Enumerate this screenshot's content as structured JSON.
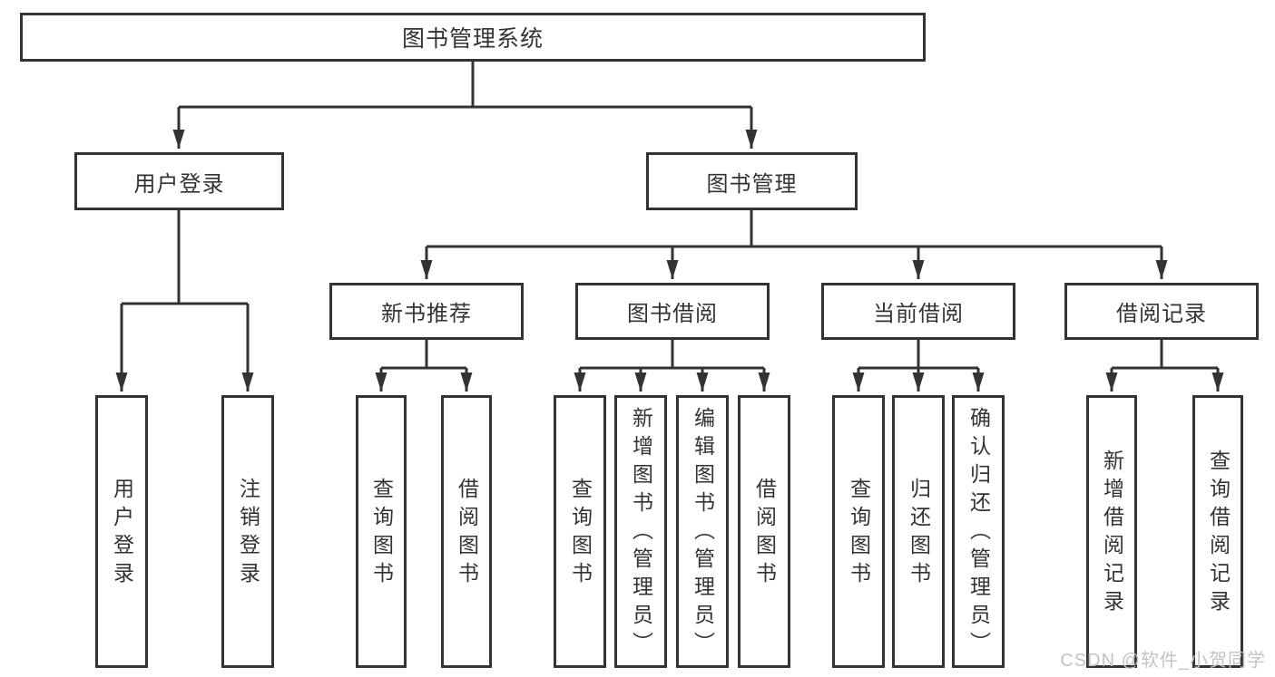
{
  "tree": {
    "root": {
      "label": "图书管理系统"
    },
    "branches": [
      {
        "label": "用户登录",
        "children": [
          {
            "label": "用户登录"
          },
          {
            "label": "注销登录"
          }
        ]
      },
      {
        "label": "图书管理",
        "children": [
          {
            "label": "新书推荐",
            "children": [
              {
                "label": "查询图书"
              },
              {
                "label": "借阅图书"
              }
            ]
          },
          {
            "label": "图书借阅",
            "children": [
              {
                "label": "查询图书"
              },
              {
                "label": "新增图书（管理员）"
              },
              {
                "label": "编辑图书（管理员）"
              },
              {
                "label": "借阅图书"
              }
            ]
          },
          {
            "label": "当前借阅",
            "children": [
              {
                "label": "查询图书"
              },
              {
                "label": "归还图书"
              },
              {
                "label": "确认归还（管理员）"
              }
            ]
          },
          {
            "label": "借阅记录",
            "children": [
              {
                "label": "新增借阅记录"
              },
              {
                "label": "查询借阅记录"
              }
            ]
          }
        ]
      }
    ]
  },
  "watermark": {
    "text": "CSDN @软件_小贺同学"
  },
  "colors": {
    "line": "#333333",
    "box_border": "#333333",
    "text": "#333333",
    "watermark": "#c3c3c3",
    "background": "#ffffff"
  }
}
